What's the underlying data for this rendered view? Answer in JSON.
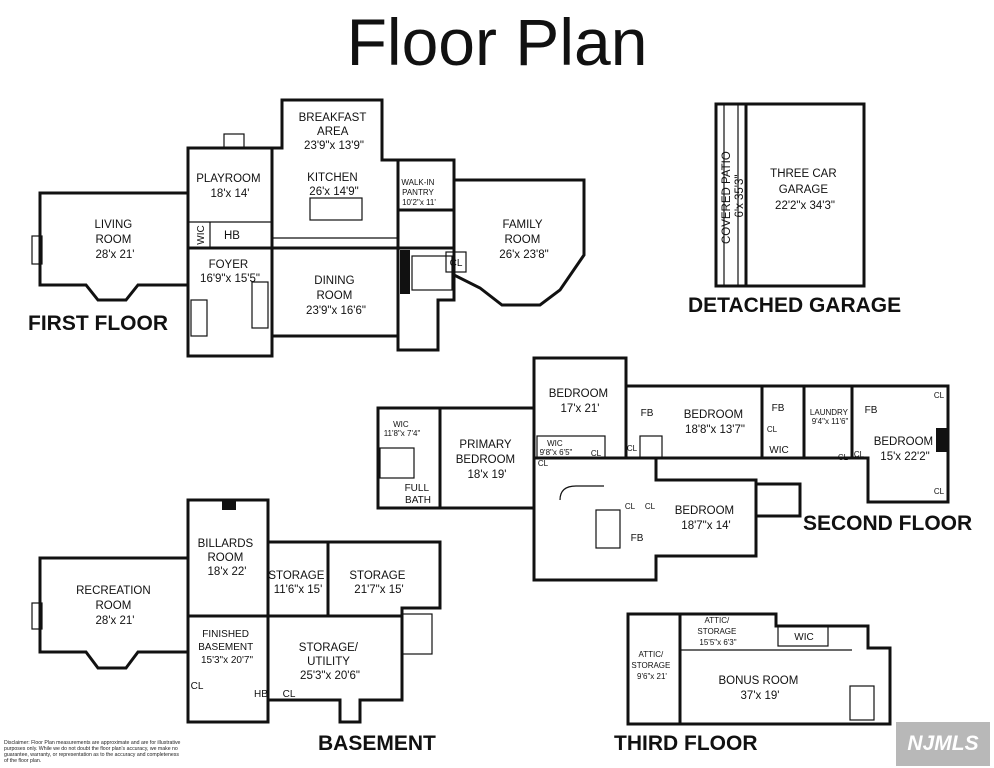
{
  "title": "Floor Plan",
  "floors": {
    "first": "FIRST FLOOR",
    "second": "SECOND FLOOR",
    "basement": "BASEMENT",
    "third": "THIRD FLOOR",
    "garage": "DETACHED GARAGE"
  },
  "rooms": {
    "living": [
      "LIVING",
      "ROOM",
      "28'x 21'"
    ],
    "playroom": [
      "PLAYROOM",
      "18'x 14'"
    ],
    "breakfast": [
      "BREAKFAST",
      "AREA",
      "23'9\"x 13'9\""
    ],
    "kitchen": [
      "KITCHEN",
      "26'x 14'9\""
    ],
    "pantry": [
      "WALK-IN",
      "PANTRY",
      "10'2\"x 11'"
    ],
    "family": [
      "FAMILY",
      "ROOM",
      "26'x 23'8\""
    ],
    "foyer": [
      "FOYER",
      "16'9\"x 15'5\""
    ],
    "dining": [
      "DINING",
      "ROOM",
      "23'9\"x 16'6\""
    ],
    "wic1": "WIC",
    "hb1": "HB",
    "cl1": "CL",
    "patio": [
      "COVERED PATIO",
      "6'x 35'3\""
    ],
    "garage": [
      "THREE CAR",
      "GARAGE",
      "22'2\"x 34'3\""
    ],
    "bed1": [
      "BEDROOM",
      "17'x 21'"
    ],
    "bed2": [
      "BEDROOM",
      "18'8\"x 13'7\""
    ],
    "laundry": [
      "LAUNDRY",
      "9'4\"x 11'6\""
    ],
    "bed3": [
      "BEDROOM",
      "15'x 22'2\""
    ],
    "wic_primary": [
      "WIC",
      "11'8\"x 7'4\""
    ],
    "primary": [
      "PRIMARY",
      "BEDROOM",
      "18'x 19'"
    ],
    "wic2": [
      "WIC",
      "9'8\"x 6'5\""
    ],
    "fullbath": [
      "FULL",
      "BATH"
    ],
    "bed4": [
      "BEDROOM",
      "18'7\"x 14'"
    ],
    "fb": "FB",
    "cl": "CL",
    "wic": "WIC",
    "billiards": [
      "BILLARDS",
      "ROOM",
      "18'x 22'"
    ],
    "recreation": [
      "RECREATION",
      "ROOM",
      "28'x 21'"
    ],
    "storage1": [
      "STORAGE",
      "11'6\"x 15'"
    ],
    "storage2": [
      "STORAGE",
      "21'7\"x 15'"
    ],
    "finished": [
      "FINISHED",
      "BASEMENT",
      "15'3\"x 20'7\""
    ],
    "utility": [
      "STORAGE/",
      "UTILITY",
      "25'3\"x 20'6\""
    ],
    "hb2": "HB",
    "attic1": [
      "ATTIC/",
      "STORAGE",
      "15'5\"x 6'3\""
    ],
    "attic2": [
      "ATTIC/",
      "STORAGE",
      "9'6\"x 21'"
    ],
    "bonus": [
      "BONUS ROOM",
      "37'x 19'"
    ]
  },
  "disclaimer": "Disclaimer: Floor Plan measurements are approximate and are for illustrative purposes only. While we do not doubt the floor plan's accuracy, we make no guarantee, warranty, or representation as to the accuracy and completeness of the floor plan.",
  "logo": "NJMLS"
}
